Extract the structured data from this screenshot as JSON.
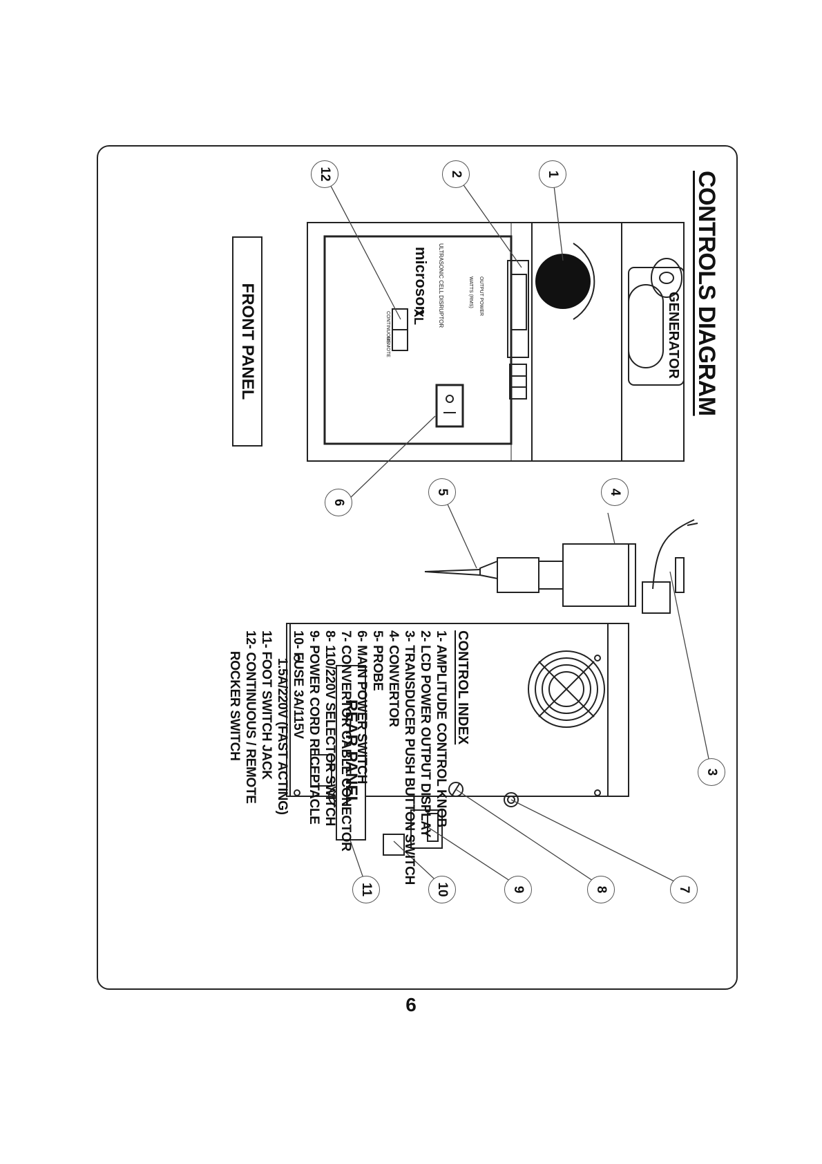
{
  "title": "CONTROLS DIAGRAM",
  "generator_label": "GENERATOR",
  "front_panel_label": "FRONT PANEL",
  "rear_panel_label": "REAR PANEL",
  "device": {
    "brand": "microson",
    "model": "XL",
    "tagline": "ULTRASONIC CELL DISRUPTOR",
    "display_label_1": "OUTPUT POWER",
    "display_label_2": "WATTS (RMS)",
    "switch_left": "CONTINUOUS",
    "switch_right": "REMOTE"
  },
  "control_index": {
    "heading": "CONTROL INDEX",
    "items": [
      "1- AMPLITUDE CONTROL KNOB",
      "2- LCD POWER OUTPUT DISPLAY",
      "3- TRANSDUCER PUSH BUTTON SWITCH",
      "4- CONVERTOR",
      "5- PROBE",
      "6- MAIN POWER SWITCH",
      "7- CONVERTOR CABLE CONECTOR",
      "8- 110/220V SELECTOR SWITCH",
      "9- POWER CORD RECEPTACLE",
      "10- FUSE 3A/115V",
      "        1.5A/220V (FAST ACTING)",
      "11- FOOT SWITCH JACK",
      "12- CONTINUOUS / REMOTE",
      "      ROCKER SWITCH"
    ]
  },
  "callouts": [
    "1",
    "2",
    "3",
    "4",
    "5",
    "6",
    "7",
    "8",
    "9",
    "10",
    "11",
    "12"
  ],
  "page_number": "6"
}
